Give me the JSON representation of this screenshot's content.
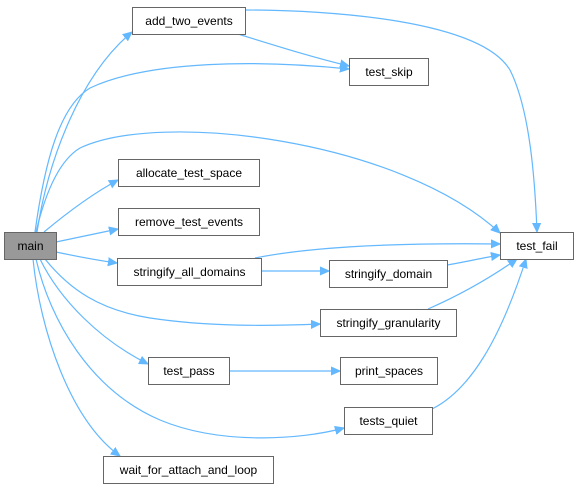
{
  "graph": {
    "nodes": [
      {
        "id": "main",
        "label": "main",
        "root": true
      },
      {
        "id": "add_two_events",
        "label": "add_two_events"
      },
      {
        "id": "test_skip",
        "label": "test_skip"
      },
      {
        "id": "allocate_test_space",
        "label": "allocate_test_space"
      },
      {
        "id": "remove_test_events",
        "label": "remove_test_events"
      },
      {
        "id": "stringify_all_domains",
        "label": "stringify_all_domains"
      },
      {
        "id": "stringify_domain",
        "label": "stringify_domain"
      },
      {
        "id": "stringify_granularity",
        "label": "stringify_granularity"
      },
      {
        "id": "test_pass",
        "label": "test_pass"
      },
      {
        "id": "print_spaces",
        "label": "print_spaces"
      },
      {
        "id": "tests_quiet",
        "label": "tests_quiet"
      },
      {
        "id": "wait_for_attach_and_loop",
        "label": "wait_for_attach_and_loop"
      },
      {
        "id": "test_fail",
        "label": "test_fail"
      }
    ],
    "edges": [
      {
        "from": "main",
        "to": "add_two_events"
      },
      {
        "from": "main",
        "to": "test_skip"
      },
      {
        "from": "main",
        "to": "test_fail"
      },
      {
        "from": "main",
        "to": "allocate_test_space"
      },
      {
        "from": "main",
        "to": "remove_test_events"
      },
      {
        "from": "main",
        "to": "stringify_all_domains"
      },
      {
        "from": "main",
        "to": "stringify_granularity"
      },
      {
        "from": "main",
        "to": "test_pass"
      },
      {
        "from": "main",
        "to": "tests_quiet"
      },
      {
        "from": "main",
        "to": "wait_for_attach_and_loop"
      },
      {
        "from": "add_two_events",
        "to": "test_fail"
      },
      {
        "from": "add_two_events",
        "to": "test_skip"
      },
      {
        "from": "stringify_all_domains",
        "to": "test_fail"
      },
      {
        "from": "stringify_all_domains",
        "to": "stringify_domain"
      },
      {
        "from": "stringify_domain",
        "to": "test_fail"
      },
      {
        "from": "stringify_granularity",
        "to": "test_fail"
      },
      {
        "from": "test_pass",
        "to": "print_spaces"
      },
      {
        "from": "tests_quiet",
        "to": "test_fail"
      }
    ],
    "colors": {
      "edge": "#63b8ff",
      "node_border": "#666666",
      "root_fill": "#999999",
      "node_fill": "#ffffff"
    }
  }
}
